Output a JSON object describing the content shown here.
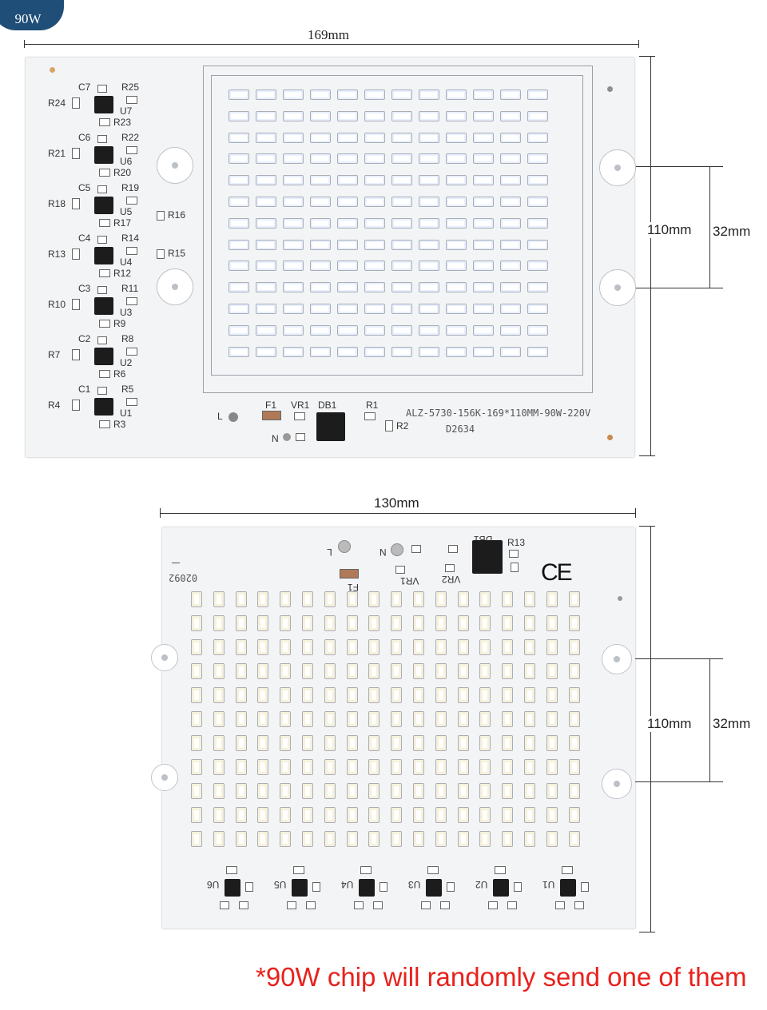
{
  "badge": {
    "label": "90W"
  },
  "top_board": {
    "width_label": "169mm",
    "height_label": "110mm",
    "hole_spacing_label": "32mm",
    "model_text": "ALZ-5730-156K-169*110MM-90W-220V",
    "code_text": "D2634",
    "input_labels": [
      "L",
      "N",
      "F1",
      "VR1",
      "DB1",
      "R1",
      "R2"
    ],
    "driver_labels": [
      {
        "c": "C7",
        "ra": "R25",
        "rb": "R24",
        "u": "U7",
        "rc": "R23"
      },
      {
        "c": "C6",
        "ra": "R22",
        "rb": "R21",
        "u": "U6",
        "rc": "R20"
      },
      {
        "c": "C5",
        "ra": "R19",
        "rb": "R18",
        "u": "U5",
        "rc": "R17"
      },
      {
        "c": "C4",
        "ra": "R14",
        "rb": "R13",
        "u": "U4",
        "rc": "R12"
      },
      {
        "c": "C3",
        "ra": "R11",
        "rb": "R10",
        "u": "U3",
        "rc": "R9"
      },
      {
        "c": "C2",
        "ra": "R8",
        "rb": "R7",
        "u": "U2",
        "rc": "R6"
      },
      {
        "c": "C1",
        "ra": "R5",
        "rb": "R4",
        "u": "U1",
        "rc": "R3"
      }
    ],
    "extra_labels": [
      "R16",
      "R15"
    ]
  },
  "bottom_board": {
    "width_label": "130mm",
    "height_label": "110mm",
    "hole_spacing_label": "32mm",
    "code_text": "02092",
    "input_labels": [
      "L",
      "N",
      "F1",
      "VR1",
      "VR2",
      "DB1",
      "R13"
    ],
    "driver_labels": [
      "U6",
      "U5",
      "U4",
      "U3",
      "U2",
      "U1"
    ],
    "ce_mark": "CE"
  },
  "caption": "*90W chip will randomly send one of them",
  "colors": {
    "badge": "#1f4e79",
    "caption": "#e8211c",
    "board": "#f3f4f6"
  }
}
